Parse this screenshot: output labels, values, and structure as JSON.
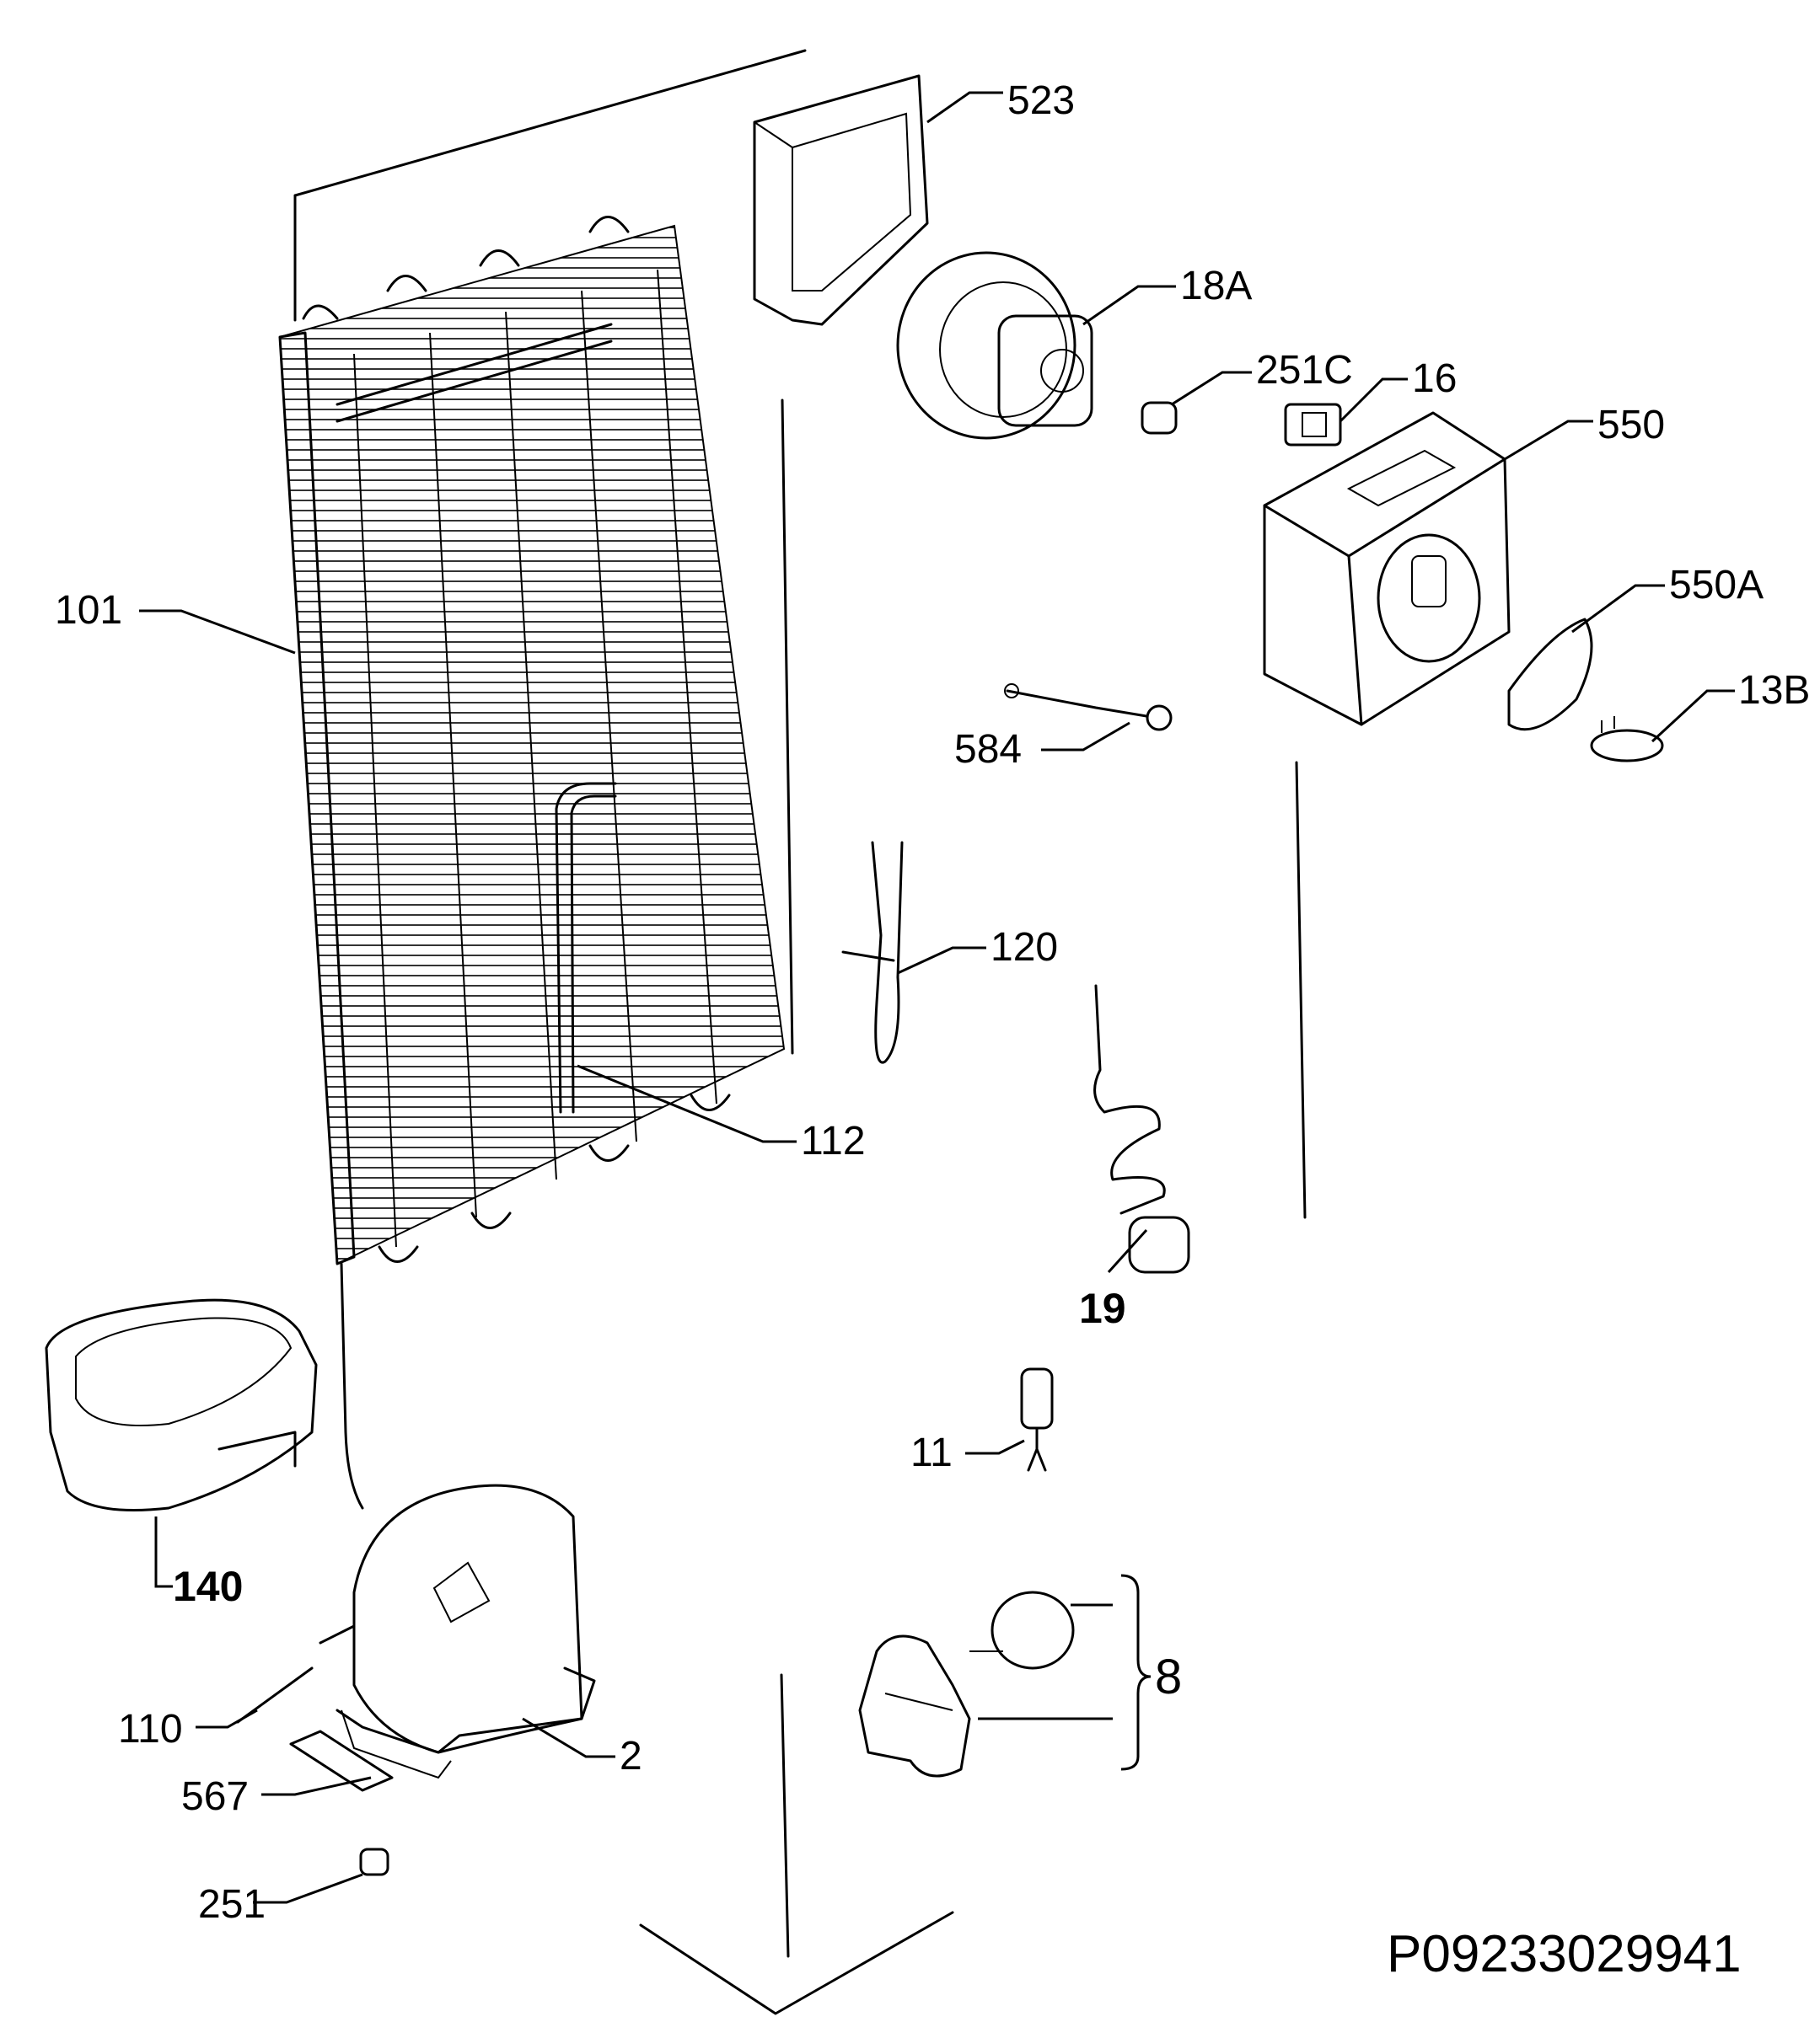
{
  "diagram": {
    "drawing_code": "P09233029941",
    "labels": {
      "p523": "523",
      "p18a": "18A",
      "p251c": "251C",
      "p16": "16",
      "p550": "550",
      "p550a": "550A",
      "p13b": "13B",
      "p101": "101",
      "p584": "584",
      "p120": "120",
      "p112": "112",
      "p19": "19",
      "p11": "11",
      "p140": "140",
      "p8": "8",
      "p110": "110",
      "p2": "2",
      "p567": "567",
      "p251": "251"
    }
  }
}
